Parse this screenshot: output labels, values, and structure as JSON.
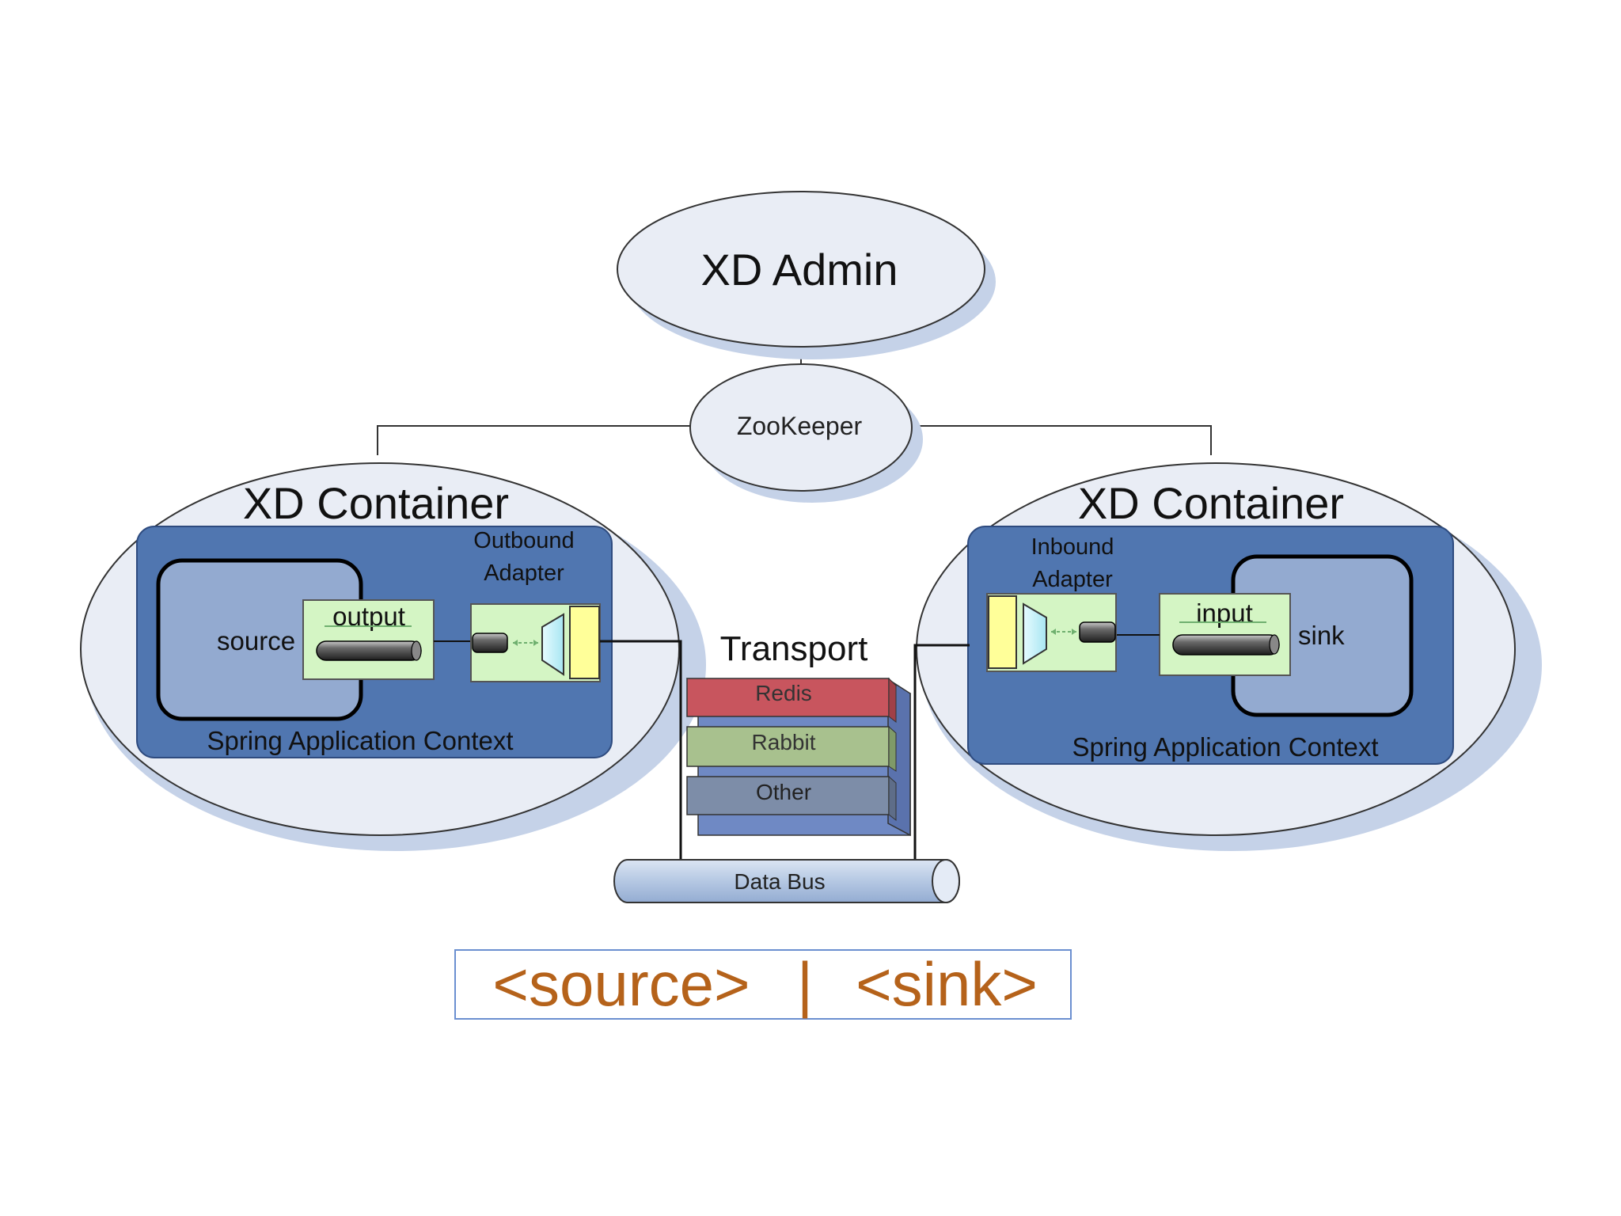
{
  "admin": {
    "label": "XD Admin"
  },
  "zookeeper": {
    "label": "ZooKeeper"
  },
  "left_container": {
    "title": "XD Container",
    "context_label": "Spring Application Context",
    "module_label": "source",
    "channel_label": "output",
    "adapter_label_line1": "Outbound",
    "adapter_label_line2": "Adapter"
  },
  "right_container": {
    "title": "XD Container",
    "context_label": "Spring Application Context",
    "module_label": "sink",
    "channel_label": "input",
    "adapter_label_line1": "Inbound",
    "adapter_label_line2": "Adapter"
  },
  "transport": {
    "title": "Transport",
    "layers": [
      "Redis",
      "Rabbit",
      "Other"
    ]
  },
  "data_bus": {
    "label": "Data Bus"
  },
  "stream_dsl": {
    "source": "<source>",
    "separator": "|",
    "sink": "<sink>"
  },
  "colors": {
    "ellipse_fill": "#e9edf5",
    "ellipse_shadow": "#c5d2e8",
    "context_fill": "#5076b0",
    "module_fill": "#93aad0",
    "adapter_fill": "#d4f5c4",
    "yellow_block": "#ffff99",
    "cyan_shape": "#cbf3fb",
    "redis": "#c8555e",
    "rabbit": "#a8c18e",
    "other": "#7d8da8",
    "dsl_text": "#b5621a",
    "dsl_border": "#6b8fd0"
  }
}
